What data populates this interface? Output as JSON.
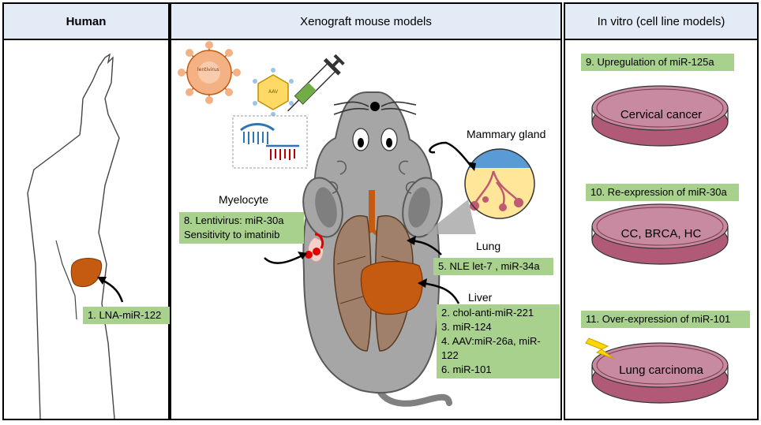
{
  "panels": {
    "human": {
      "title": "Human",
      "therapy": "1. LNA-miR-122"
    },
    "xenograft": {
      "title": "Xenograft mouse models",
      "vector_label": "lentivirus",
      "aav_label": "AAV",
      "myelocyte": {
        "title": "Myelocyte",
        "lines": [
          "8. Lentivirus: miR-30a",
          "Sensitivity to imatinib"
        ]
      },
      "mammary": {
        "title": "Mammary gland"
      },
      "lung": {
        "title": "Lung",
        "line": "5. NLE let-7 , miR-34a"
      },
      "liver": {
        "title": "Liver",
        "lines": [
          "2. chol-anti-miR-221",
          "3. miR-124",
          "4. AAV:miR-26a, miR-",
          "122",
          "6. miR-101"
        ]
      }
    },
    "invitro": {
      "title": "In vitro (cell line models)",
      "items": [
        {
          "label": "9. Upregulation of miR-125a",
          "dish": "Cervical cancer"
        },
        {
          "label": "10. Re-expression of miR-30a",
          "dish": "CC, BRCA, HC"
        },
        {
          "label": "11. Over-expression of miR-101",
          "dish": "Lung carcinoma"
        }
      ]
    }
  },
  "colors": {
    "header_fill": "#e3ebf7",
    "green_box": "#a9d18e",
    "liver": "#c55a11",
    "mouse_body": "#a6a6a6",
    "mouse_outline": "#595959",
    "dish_fill": "#b05a78",
    "lentivirus": "#f4b183",
    "aav": "#ffd966",
    "syringe_liquid": "#70ad47",
    "lightning": "#ffd700"
  }
}
